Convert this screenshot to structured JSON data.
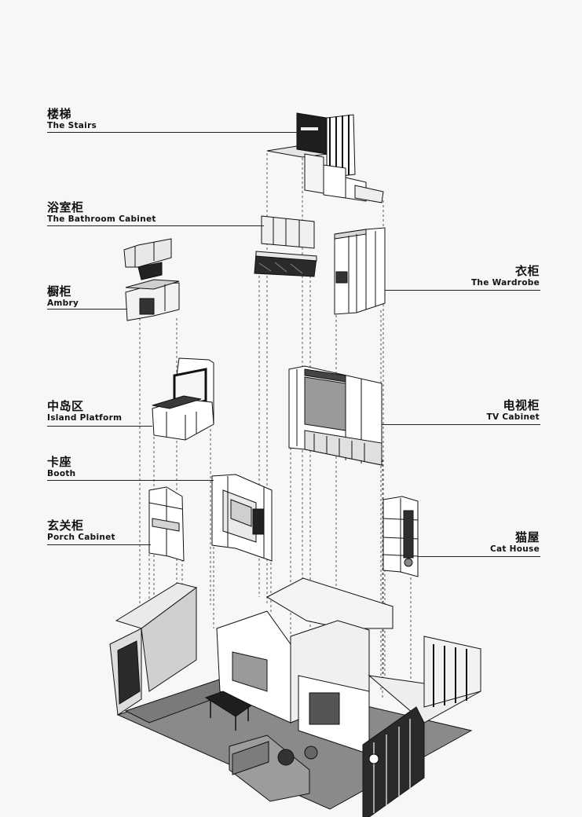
{
  "labels": {
    "stairs": {
      "zh": "楼梯",
      "en": "The Stairs"
    },
    "bathroom": {
      "zh": "浴室柜",
      "en": "The Bathroom Cabinet"
    },
    "ambry": {
      "zh": "橱柜",
      "en": "Ambry"
    },
    "wardrobe": {
      "zh": "衣柜",
      "en": "The Wardrobe"
    },
    "island": {
      "zh": "中岛区",
      "en": "Island Platform"
    },
    "tv": {
      "zh": "电视柜",
      "en": "TV Cabinet"
    },
    "booth": {
      "zh": "卡座",
      "en": "Booth"
    },
    "porch": {
      "zh": "玄关柜",
      "en": "Porch Cabinet"
    },
    "cat": {
      "zh": "猫屋",
      "en": "Cat House"
    }
  },
  "colors": {
    "background": "#f7f7f7",
    "ink": "#111111",
    "dark": "#2a2a2a",
    "mid": "#8a8a8a",
    "light": "#dcdcdc",
    "white": "#ffffff"
  }
}
